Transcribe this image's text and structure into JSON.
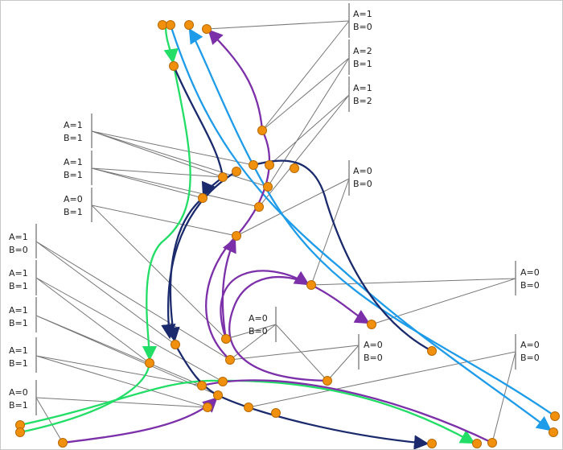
{
  "colors": {
    "green": "#22dd66",
    "blue": "#1e9be9",
    "navy": "#1a2a6c",
    "purple": "#7b2fa8",
    "node": "#f0900c"
  },
  "labels": [
    {
      "id": "tr1",
      "a": "A=1",
      "b": "B=0"
    },
    {
      "id": "tr2",
      "a": "A=2",
      "b": "B=1"
    },
    {
      "id": "tr3",
      "a": "A=1",
      "b": "B=2"
    },
    {
      "id": "l1",
      "a": "A=1",
      "b": "B=1"
    },
    {
      "id": "l2",
      "a": "A=1",
      "b": "B=1"
    },
    {
      "id": "l3",
      "a": "A=0",
      "b": "B=1"
    },
    {
      "id": "fl1",
      "a": "A=1",
      "b": "B=0"
    },
    {
      "id": "fl2",
      "a": "A=1",
      "b": "B=1"
    },
    {
      "id": "fl3",
      "a": "A=1",
      "b": "B=1"
    },
    {
      "id": "fl4",
      "a": "A=1",
      "b": "B=1"
    },
    {
      "id": "fl5",
      "a": "A=0",
      "b": "B=1"
    },
    {
      "id": "r1",
      "a": "A=0",
      "b": "B=0"
    },
    {
      "id": "r2",
      "a": "A=0",
      "b": "B=0"
    },
    {
      "id": "m1",
      "a": "A=0",
      "b": "B=0"
    },
    {
      "id": "m2",
      "a": "A=0",
      "b": "B=0"
    },
    {
      "id": "m3",
      "a": "A=0",
      "b": "B=0"
    }
  ]
}
